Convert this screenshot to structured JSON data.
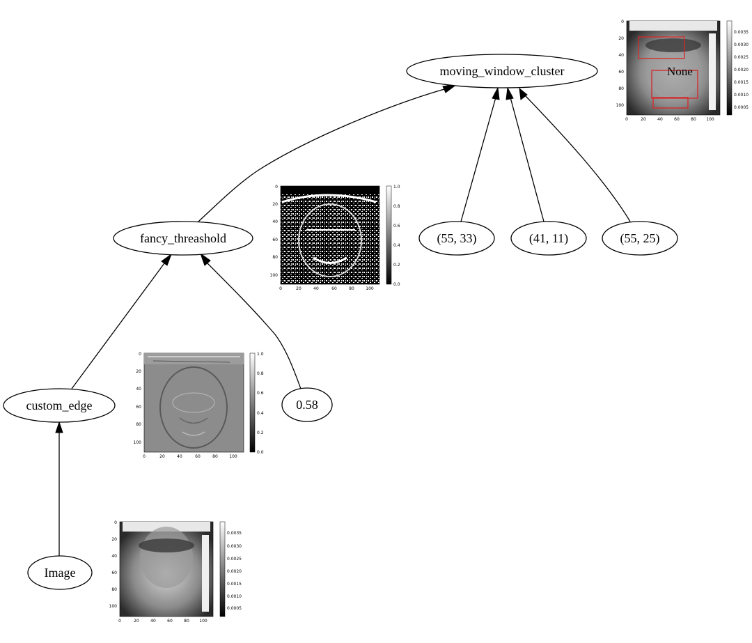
{
  "nodes": {
    "moving_window_cluster": "moving_window_cluster",
    "fancy_threashold": "fancy_threashold",
    "custom_edge": "custom_edge",
    "image": "Image",
    "param_058": "0.58",
    "param_55_33": "(55, 33)",
    "param_41_11": "(41, 11)",
    "param_55_25": "(55, 25)"
  },
  "result_label": "None",
  "plots": {
    "x_ticks": [
      "0",
      "20",
      "40",
      "60",
      "80",
      "100"
    ],
    "y_ticks": [
      "0",
      "20",
      "40",
      "60",
      "80",
      "100"
    ],
    "colorbar_unit": [
      "0.0",
      "0.2",
      "0.4",
      "0.6",
      "0.8",
      "1.0"
    ],
    "colorbar_image": [
      "0.0005",
      "0.0010",
      "0.0015",
      "0.0020",
      "0.0025",
      "0.0030",
      "0.0035"
    ]
  },
  "colors": {
    "boxes": "#d62728",
    "edges": "#000000"
  }
}
